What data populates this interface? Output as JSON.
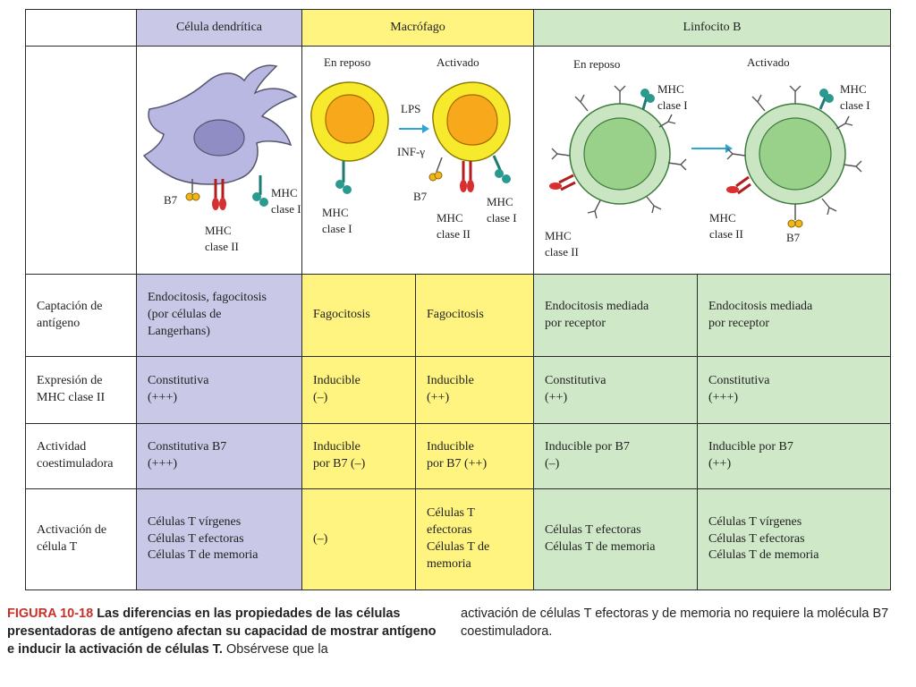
{
  "headers": {
    "dendritic": "Célula dendrítica",
    "macrophage": "Macrófago",
    "bcell": "Linfocito B"
  },
  "diagram": {
    "macro_resting": "En reposo",
    "macro_activated": "Activado",
    "lps": "LPS",
    "infg": "INF-γ",
    "b_resting": "En reposo",
    "b_activated": "Activado",
    "b7": "B7",
    "mhc": "MHC",
    "clase_i": "clase I",
    "clase_ii": "clase II"
  },
  "rows": [
    {
      "label": "Captación de\nantígeno",
      "dendritic": "Endocitosis, fagocitosis\n(por células de\nLangerhans)",
      "macro_rest": "Fagocitosis",
      "macro_act": "Fagocitosis",
      "b_rest": "Endocitosis mediada\npor receptor",
      "b_act": "Endocitosis mediada\npor receptor"
    },
    {
      "label": "Expresión de\nMHC clase II",
      "dendritic": "Constitutiva\n(+++)",
      "macro_rest": "Inducible\n(–)",
      "macro_act": "Inducible\n(++)",
      "b_rest": "Constitutiva\n(++)",
      "b_act": "Constitutiva\n(+++)"
    },
    {
      "label": "Actividad\ncoestimuladora",
      "dendritic": "Constitutiva B7\n(+++)",
      "macro_rest": "Inducible\npor B7 (–)",
      "macro_act": "Inducible\npor B7 (++)",
      "b_rest": "Inducible por B7\n(–)",
      "b_act": "Inducible por B7\n(++)"
    },
    {
      "label": "Activación de\ncélula T",
      "dendritic": "Células T vírgenes\nCélulas T efectoras\nCélulas T de memoria",
      "macro_rest": "(–)",
      "macro_act": "Células T\nefectoras\nCélulas T de\nmemoria",
      "b_rest": "Células T efectoras\nCélulas T de memoria",
      "b_act": "Células T vírgenes\nCélulas T efectoras\nCélulas T de memoria"
    }
  ],
  "caption": {
    "figure_number": "FIGURA 10-18",
    "bold_text": "Las diferencias en las propiedades de las células presentadoras de antígeno afectan su capacidad de mostrar antígeno e inducir la activación de células T.",
    "normal_text_1": "Obsérvese que la",
    "normal_text_2": "activación de células T efectoras y de memoria no requiere la molécula B7 coestimuladora."
  },
  "colors": {
    "purple": "#c9c8e6",
    "yellow": "#fff47f",
    "green": "#cfe8c8",
    "caption_red": "#c8312a"
  }
}
